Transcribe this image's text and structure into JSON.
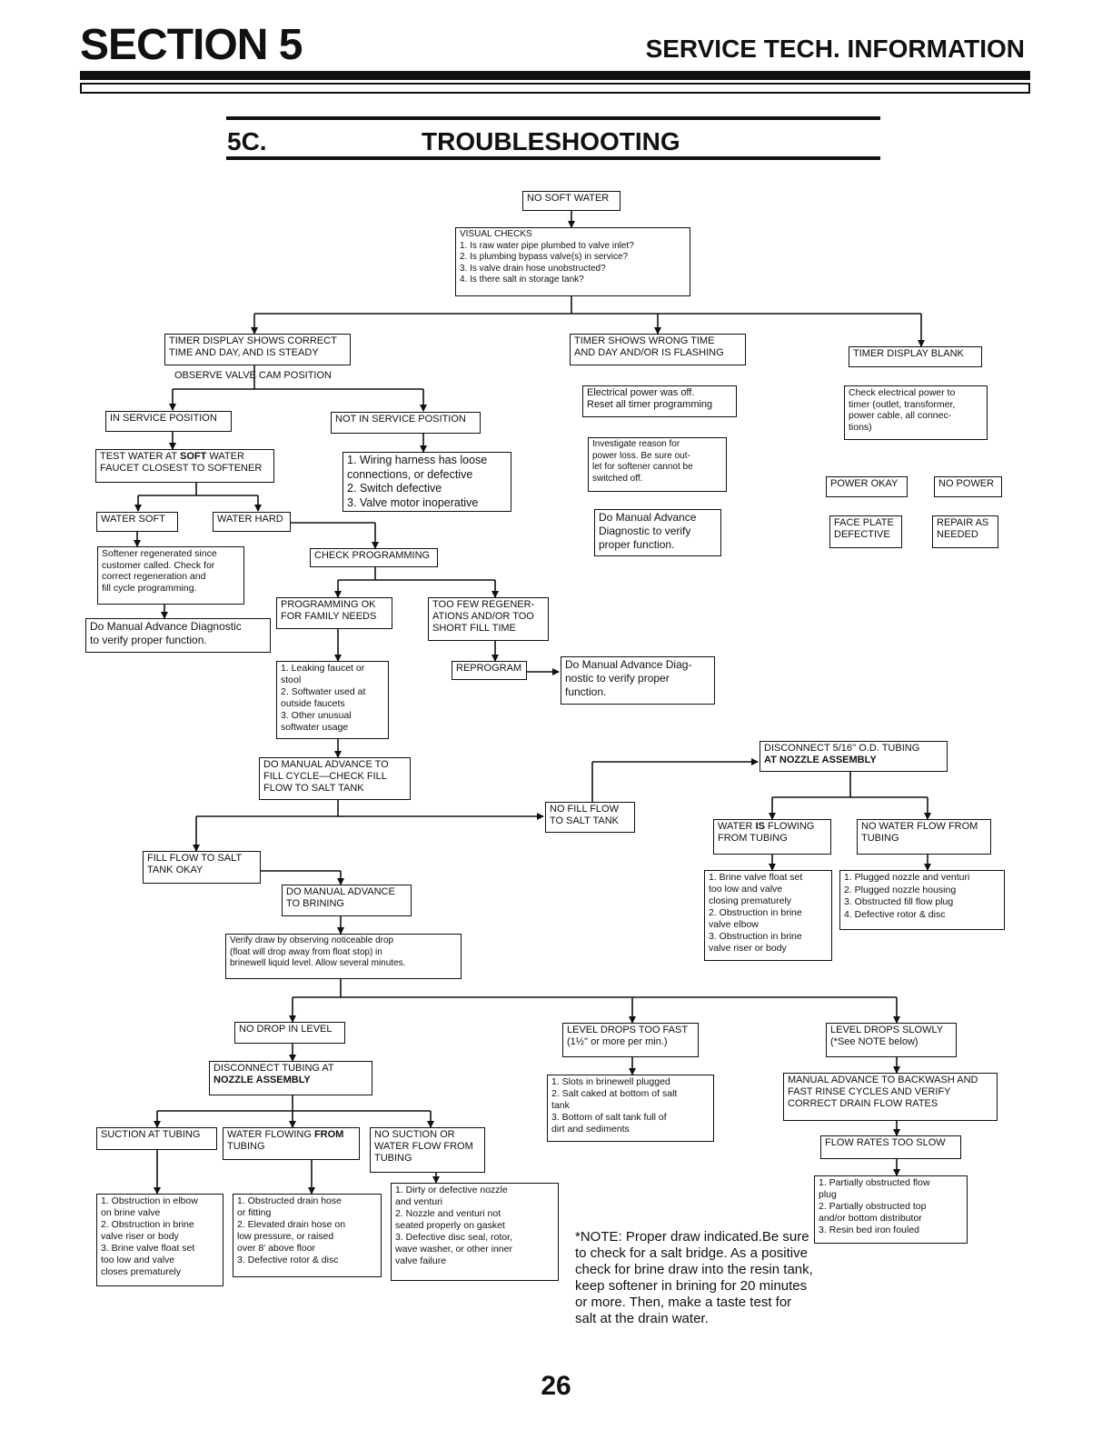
{
  "header": {
    "section": "SECTION 5",
    "right": "SERVICE TECH. INFORMATION"
  },
  "subheader": {
    "number": "5C.",
    "title": "TROUBLESHOOTING"
  },
  "nodes": {
    "no_soft_water": "NO SOFT WATER",
    "visual_checks": "VISUAL CHECKS\n1. Is raw water pipe plumbed to valve inlet?\n2. Is plumbing bypass valve(s) in service?\n3. Is valve drain hose unobstructed?\n4. Is there salt in storage tank?",
    "timer_correct": "TIMER DISPLAY SHOWS CORRECT\nTIME AND DAY, AND IS STEADY",
    "observe_cam": "OBSERVE VALVE CAM POSITION",
    "timer_wrong": "TIMER SHOWS WRONG TIME\nAND DAY AND/OR IS FLASHING",
    "timer_blank": "TIMER DISPLAY BLANK",
    "power_off": "Electrical power was off.\nReset all timer programming",
    "investigate": "Investigate reason for\npower loss. Be sure out-\nlet for softener cannot be\nswitched off.",
    "manual_adv_1": "Do Manual Advance\nDiagnostic to verify\nproper function.",
    "check_power": "Check electrical power to\ntimer (outlet, transformer,\npower cable, all connec-\ntions)",
    "power_okay": "POWER OKAY",
    "no_power": "NO POWER",
    "face_plate": "FACE PLATE\nDEFECTIVE",
    "repair": "REPAIR AS\nNEEDED",
    "in_service": "IN SERVICE POSITION",
    "not_in_service": "NOT IN SERVICE POSITION",
    "wiring": "1. Wiring harness has loose\n    connections, or defective\n2. Switch defective\n3. Valve motor inoperative",
    "test_water": "TEST WATER AT SOFT WATER\nFAUCET CLOSEST TO SOFTENER",
    "water_soft": "WATER SOFT",
    "water_hard": "WATER HARD",
    "regenerated": "Softener regenerated since\ncustomer called. Check for\ncorrect regeneration and\nfill cycle programming.",
    "manual_adv_2": "Do Manual Advance Diagnostic\nto verify proper function.",
    "check_prog": "CHECK PROGRAMMING",
    "prog_ok": "PROGRAMMING OK\nFOR FAMILY NEEDS",
    "too_few": "TOO FEW REGENER-\nATIONS AND/OR TOO\nSHORT FILL TIME",
    "reprogram": "REPROGRAM",
    "manual_adv_3": "Do Manual Advance Diag-\nnostic to verify proper\nfunction.",
    "leaking": "1. Leaking faucet or\n    stool\n2. Softwater used at\n    outside faucets\n3. Other unusual\n    softwater usage",
    "manual_fill": "DO MANUAL ADVANCE TO\nFILL CYCLE—CHECK FILL\nFLOW TO SALT TANK",
    "disconnect_516": "DISCONNECT 5/16'' O.D. TUBING\nAT NOZZLE ASSEMBLY",
    "no_fill": "NO FILL FLOW\nTO SALT TANK",
    "water_flowing": "WATER IS FLOWING\nFROM TUBING",
    "no_water_flow": "NO WATER FLOW FROM\nTUBING",
    "brine_causes": "1. Brine valve float set\n    too low and valve\n    closing prematurely\n2. Obstruction in brine\n    valve elbow\n3. Obstruction in brine\n    valve riser or body",
    "plugged": "1. Plugged nozzle and venturi\n2. Plugged nozzle housing\n3. Obstructed fill flow plug\n4. Defective rotor & disc",
    "fill_okay": "FILL FLOW TO SALT\nTANK OKAY",
    "manual_brining": "DO MANUAL ADVANCE\nTO BRINING",
    "verify_draw": "Verify draw by observing noticeable drop\n(float will drop away from float stop) in\nbrinewell liquid level. Allow several minutes.",
    "no_drop": "NO DROP IN LEVEL",
    "drops_fast": "LEVEL DROPS TOO FAST\n(1½'' or more per min.)",
    "drops_slow": "LEVEL DROPS SLOWLY\n(*See NOTE below)",
    "disconnect_nozzle": "DISCONNECT TUBING AT\nNOZZLE ASSEMBLY",
    "slots": "1. Slots in brinewell plugged\n2. Salt caked at bottom of salt\n    tank\n3. Bottom of salt tank full of\n    dirt and sediments",
    "backwash": "MANUAL ADVANCE TO BACKWASH AND\nFAST RINSE CYCLES AND VERIFY\nCORRECT DRAIN FLOW RATES",
    "suction": "SUCTION AT TUBING",
    "water_from": "WATER FLOWING FROM\nTUBING",
    "no_suction": "NO SUCTION OR\nWATER FLOW FROM\nTUBING",
    "flow_slow": "FLOW RATES TOO SLOW",
    "elbow": "1. Obstruction in elbow\n    on brine valve\n2. Obstruction in brine\n    valve riser or body\n3. Brine valve float set\n    too low and valve\n    closes prematurely",
    "drain_hose": "1. Obstructed drain hose\n    or fitting\n2. Elevated drain hose on\n    low pressure, or raised\n    over 8' above floor\n3. Defective rotor & disc",
    "dirty_nozzle": "1. Dirty or defective nozzle\n    and venturi\n2. Nozzle and venturi not\n    seated properly on gasket\n3. Defective disc seal, rotor,\n    wave washer, or other inner\n    valve failure",
    "partially": "1. Partially obstructed flow\n    plug\n2. Partially obstructed top\n    and/or bottom distributor\n3. Resin bed iron fouled"
  },
  "note": "*NOTE: Proper draw indicated.Be sure to check for a salt bridge. As a positive check for brine draw into the resin tank, keep softener in brining for 20 minutes or more. Then, make a taste test for salt at the drain water.",
  "page_number": "26"
}
